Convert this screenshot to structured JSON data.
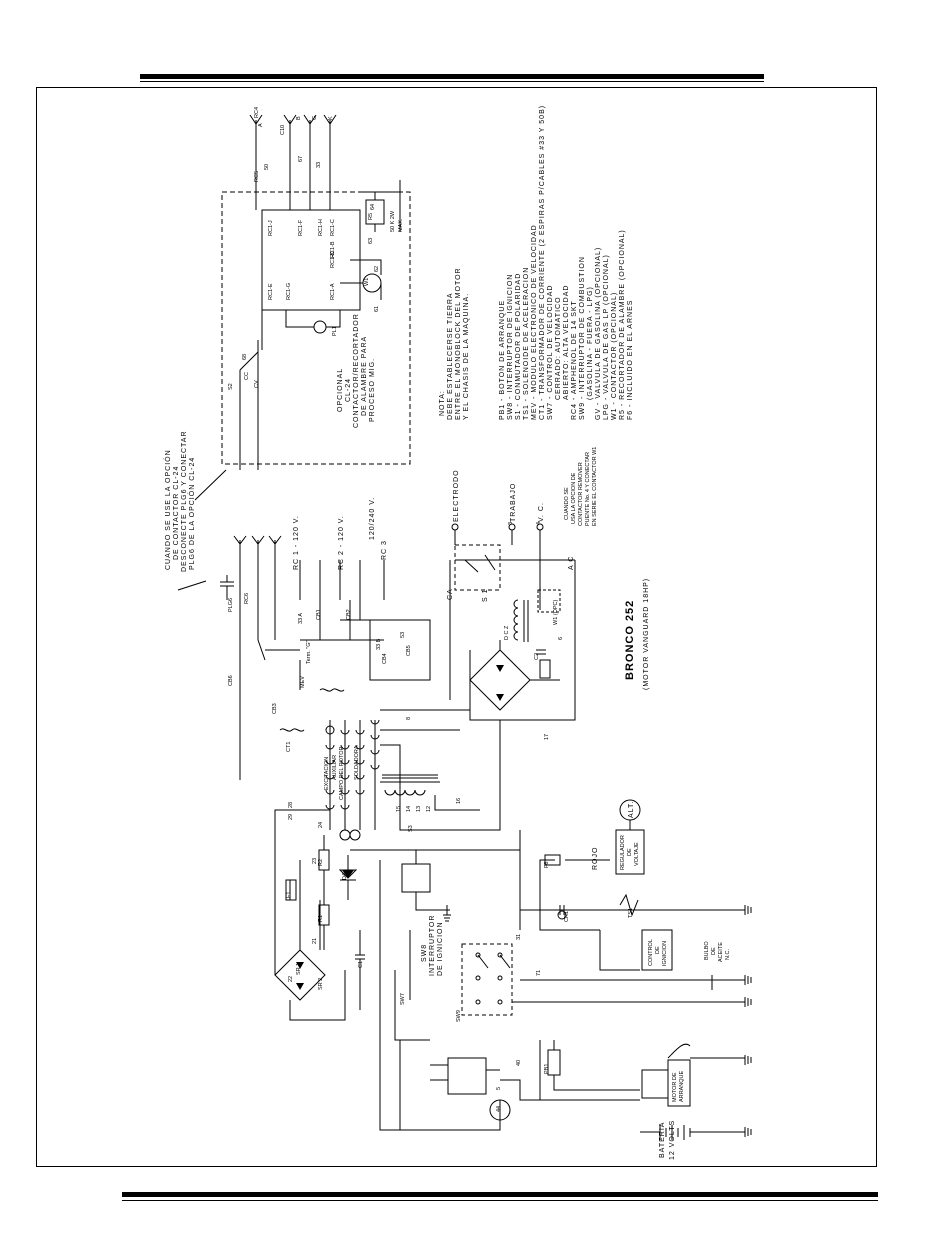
{
  "diagram": {
    "title": "BRONCO 252",
    "subtitle": "(MOTOR VANGUARD 18HP)",
    "optional_note": [
      "CUANDO SE USE LA OPCIÓN",
      "DE CONTACTOR CL-24",
      "DESCONECTE PLG6 Y CONECTAR",
      "PLG6 DE LA OPCIÓN CL-24"
    ],
    "optional_box": [
      "OPCIONAL",
      "CL-24",
      "CONTACTOR/RECORTADOR",
      "DE ALAMBRE PARA",
      "PROCESO MIG."
    ],
    "ground_note": [
      "NOTA:",
      "DEBE ESTABLECERSE TIERRA",
      "ENTRE EL MONOBLOCK DEL MOTOR",
      "Y EL CHASIS DE LA MAQUINA."
    ],
    "legend": [
      "PB1 - BOTON DE ARRANQUE",
      "SW8 - INTERRUPTOR DE IGNICION",
      "S1 - CONMUTADOR DE POLARIDAD",
      "TS1 - SOLENOIDE DE ACELERACION",
      "MEV - MODULO ELECTRONICO DE VELOCIDAD",
      "CT1 - TRANSFORMADOR DE CORRIENTE (2 ESPIRAS P/CABLES #33 Y 50B)",
      "SW7 - CONTROL DE VELOCIDAD",
      "CERRADO: AUTOMATICO",
      "ABIERTO: ALTA VELOCIDAD",
      "RC4 - AMPHENOL DE 14 SKT",
      "SW9 - INTERRUPTOR DE COMBUSTION",
      "(GASOLINA - FUERA - LPG)",
      "GV - VALVULA DE GASOLINA (OPCIONAL)",
      "LPG - VALVULA DE GAS LP (OPCIONAL)",
      "W1 - CONTACTOR (OPCIONAL)",
      "R5 - RECORTADOR DE ALAMBRE (OPCIONAL)",
      "F6 - INCLUIDO EN EL ARNES"
    ],
    "output_labels": {
      "electrode": "ELECTRODO",
      "work": "TRABAJO",
      "vc": "V. C.",
      "ca": "CA",
      "ac": "A C",
      "s1": "S 1",
      "w1": "W1 (OPC)",
      "dc": "D C Z"
    },
    "w1_note": [
      "CUANDO SE",
      "USA LA OPCION DE",
      "CONTACTOR REMOVER",
      "PUENTE No. 4 Y CONECTAR",
      "EN SERIE EL CONTACTOR W1"
    ],
    "voltages": {
      "rc1": "RC 1 - 120 V.",
      "rc2": "RC 2 - 120 V.",
      "rc3": "RC 3",
      "rc3v": "120/240 V."
    },
    "components": {
      "alt": "ALT.",
      "regulator": [
        "REGULADOR",
        "DE",
        "VOLTAJE"
      ],
      "ignition_switch": [
        "SW8",
        "INTERRUPTOR",
        "DE IGNICION"
      ],
      "ignition_control": [
        "CONTROL",
        "DE",
        "IGNICION"
      ],
      "oil_bulb": [
        "BULBO",
        "DE",
        "ACEITE",
        "N.C."
      ],
      "starter": [
        "MOTOR DE",
        "ARRANQUE"
      ],
      "battery": [
        "BATERIA",
        "12 VOLTS"
      ],
      "rojo": "ROJO",
      "r5": [
        "R5",
        "50 K 2W",
        "MAX."
      ],
      "rotor": "CAMPO DEL ROTOR",
      "excitacion": "EXCITACION",
      "auxiliar": "AUXILIAR",
      "soldadora": "SOLDADORA"
    },
    "labels": [
      "RC4",
      "A",
      "C10",
      "B",
      "G",
      "K",
      "RC5",
      "50",
      "67",
      "33",
      "RC1-J",
      "RC1-F",
      "RC1-H",
      "RC1-E",
      "RC1-G",
      "RC1-B",
      "RC1-C",
      "RC1-D",
      "RC1-A",
      "W1",
      "61",
      "62",
      "63",
      "64",
      "PL1",
      "S2",
      "CC",
      "CV",
      "68",
      "PLG6",
      "RC6",
      "CB6",
      "CB3",
      "CT1",
      "MEV",
      "Term. \"G\"",
      "CB1",
      "CB2",
      "CB4",
      "CB5",
      "33 A",
      "33 B",
      "53",
      "PB1",
      "SW7",
      "SW9",
      "R1",
      "R2",
      "D4",
      "F1",
      "C1",
      "SR 1",
      "SR 2",
      "TS1",
      "CR1",
      "F6",
      "S3",
      "15",
      "14",
      "13",
      "12",
      "16",
      "17",
      "8",
      "6",
      "C2",
      "71",
      "31",
      "22",
      "21",
      "23",
      "24",
      "28",
      "29",
      "40",
      "44",
      "5",
      "3",
      "4"
    ]
  }
}
